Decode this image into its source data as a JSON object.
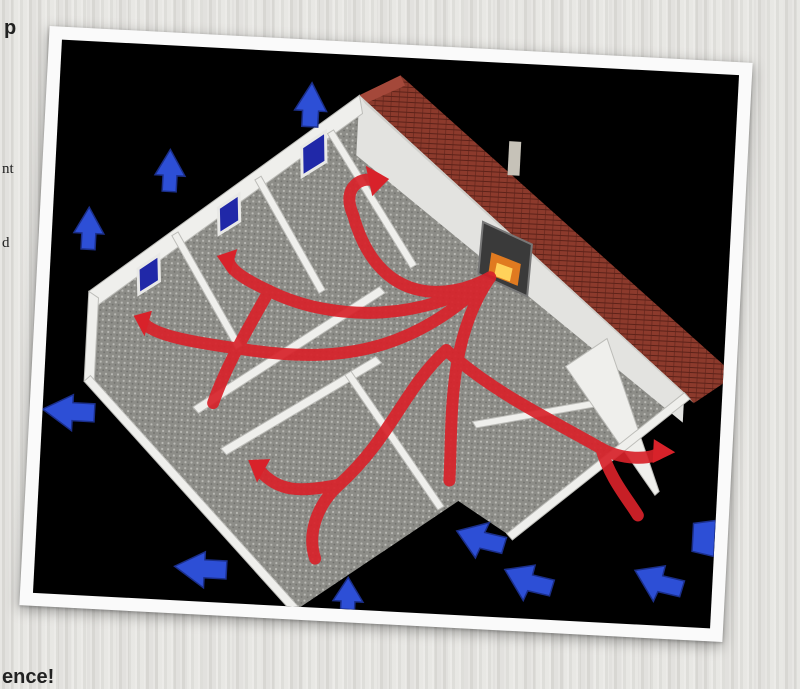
{
  "background_text": {
    "heading_fragment": "p",
    "line_fragment_1": "nt",
    "line_fragment_2": "d",
    "bottom_fragment": "ence!"
  },
  "photo": {
    "subject": "cutaway-house-heat-flow",
    "colors": {
      "background": "#000000",
      "roof": "#8c3a2c",
      "wall": "#ececea",
      "floor": "#9a9a96",
      "heat_arrow": "#d8222a",
      "loss_arrow": "#2d4fd6",
      "fireplace": "#3a3a3a",
      "fire": "#e07a20"
    }
  }
}
